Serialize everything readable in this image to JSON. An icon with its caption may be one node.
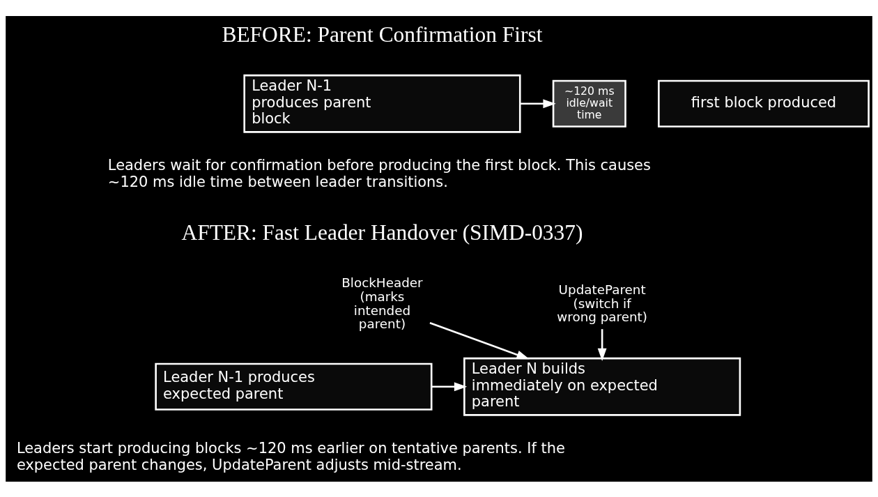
{
  "diagram": {
    "nodes": [
      {
        "text": [
          "Leader N-1 produces parent block"
        ]
      },
      {
        "text": [
          "~120 ms idle/wait time"
        ]
      },
      {
        "text": [
          "first block produced"
        ]
      },
      {
        "text": [
          "Leader N-1 produces expected parent"
        ]
      },
      {
        "text": [
          "BlockHeader (marks intended parent)"
        ]
      },
      {
        "text": [
          "UpdateParent (switch if wrong parent)"
        ]
      },
      {
        "text": [
          "Leader N builds immediately on expected parent"
        ]
      }
    ],
    "edges": [
      {
        "from": 0,
        "to": 1,
        "arrow": "to"
      },
      {
        "from": 4,
        "to": 6,
        "arrow": "to"
      },
      {
        "from": 5,
        "to": 6,
        "arrow": "to"
      },
      {
        "from": 3,
        "to": 6,
        "arrow": "to"
      }
    ],
    "labels": [
      "BEFORE: Parent Confirmation First",
      "Leaders wait for confirmation before producing the first block. This causes ~120 ms idle time between leader transitions.",
      "AFTER: Fast Leader Handover (SIMD-0337)",
      "Leaders start producing blocks ~120 ms earlier on tentative parents. If the expected parent changes, UpdateParent adjusts mid-stream."
    ]
  }
}
